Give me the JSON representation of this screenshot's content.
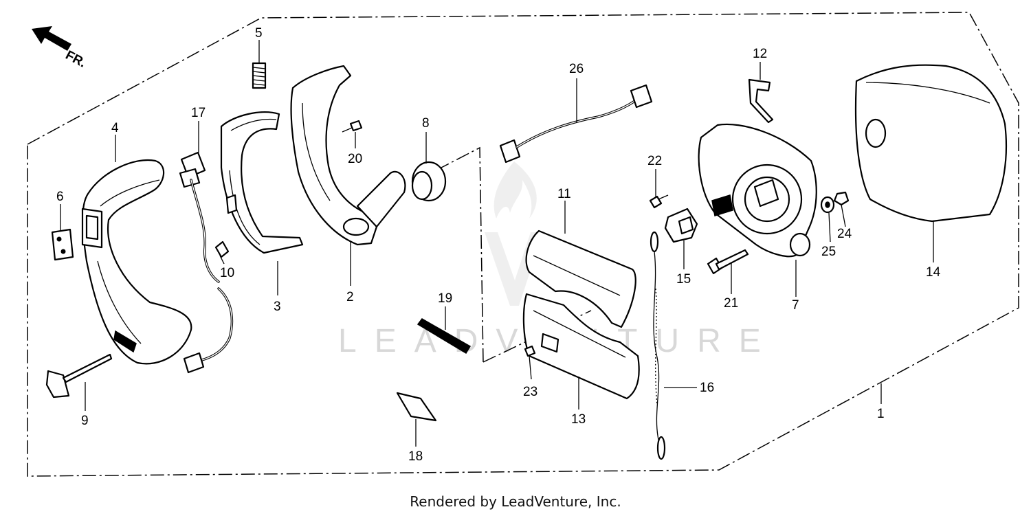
{
  "diagram": {
    "direction_label": "FR.",
    "direction_icon": "front-direction-arrow-icon",
    "watermark": "LEADVENTURE",
    "watermark_icon": "leadventure-flame-logo",
    "callouts": [
      "1",
      "2",
      "3",
      "4",
      "5",
      "6",
      "7",
      "8",
      "9",
      "10",
      "11",
      "12",
      "13",
      "14",
      "15",
      "16",
      "17",
      "18",
      "19",
      "20",
      "21",
      "22",
      "23",
      "24",
      "25",
      "26"
    ]
  },
  "footer": {
    "credit": "Rendered by LeadVenture, Inc."
  }
}
